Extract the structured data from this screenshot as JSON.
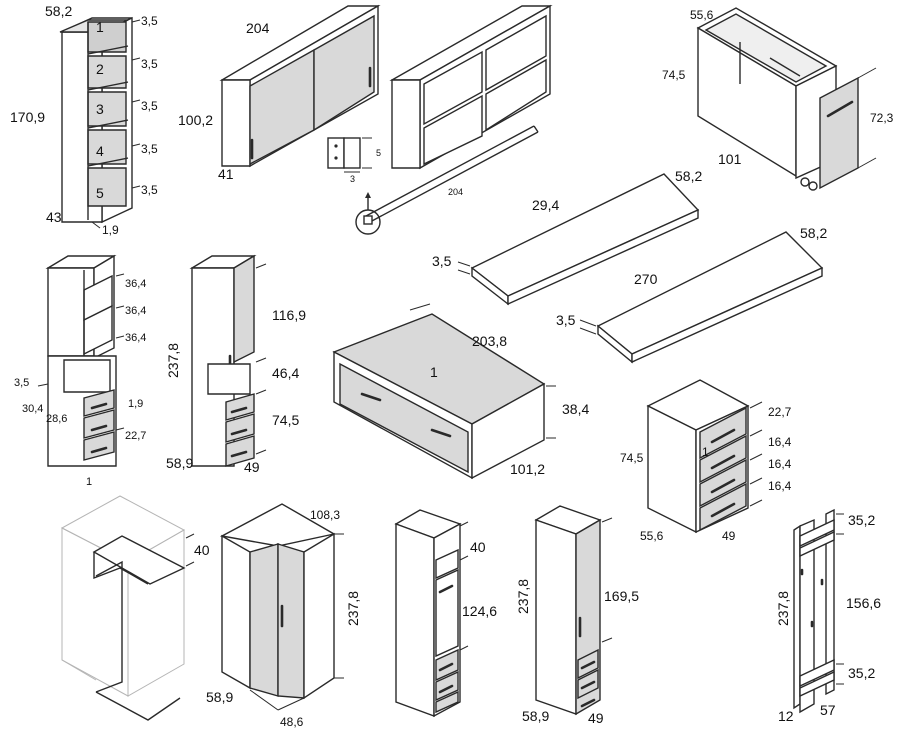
{
  "figures": {
    "shelf_unit": {
      "width": "58,2",
      "height": "170,9",
      "depth": "43",
      "side": "1,9",
      "shelf_gap": "3,5",
      "numbers": [
        "1",
        "2",
        "3",
        "4",
        "5"
      ]
    },
    "sliding_cabinet": {
      "width": "204",
      "height": "100,2",
      "depth": "41"
    },
    "open_cabinet_rail": {
      "rail_length": "204",
      "profile_height": "5",
      "profile_depth": "3"
    },
    "desk_pedestal": {
      "depth": "55,6",
      "height": "74,5",
      "length": "101",
      "door_height": "72,3"
    },
    "worktops": {
      "depth_a": "58,2",
      "depth_b": "58,2",
      "width_a": "29,4",
      "thickness_a": "3,5",
      "length_b": "270",
      "thickness_b": "3,5"
    },
    "study_open": {
      "shelf_1": "36,4",
      "shelf_2": "36,4",
      "shelf_3": "36,4",
      "left_thickness": "3,5",
      "left_width": "30,4",
      "base_depth": "28,6",
      "side": "1,9",
      "drawer": "22,7",
      "tag": "1"
    },
    "study_closed": {
      "total_height": "237,8",
      "upper": "116,9",
      "middle": "46,4",
      "lower": "74,5",
      "depth": "58,9",
      "width": "49"
    },
    "bed_box": {
      "length": "203,8",
      "tag": "1",
      "height": "38,4",
      "width": "101,2"
    },
    "chest": {
      "top_drawer": "22,7",
      "drawer_2": "16,4",
      "drawer_3": "16,4",
      "drawer_4": "16,4",
      "height": "74,5",
      "tag": "1",
      "depth": "55,6",
      "width": "49"
    },
    "corner_ghost": {
      "top": "40"
    },
    "corner_wardrobe": {
      "width": "108,3",
      "height": "237,8",
      "depth": "58,9",
      "inner": "48,6"
    },
    "tall_open": {
      "top": "40",
      "middle": "124,6"
    },
    "tall_closed": {
      "height": "237,8",
      "door": "169,5",
      "depth": "58,9",
      "width": "49"
    },
    "hall_stand": {
      "height": "237,8",
      "top": "35,2",
      "middle": "156,6",
      "bottom": "35,2",
      "side": "12",
      "width": "57"
    }
  }
}
